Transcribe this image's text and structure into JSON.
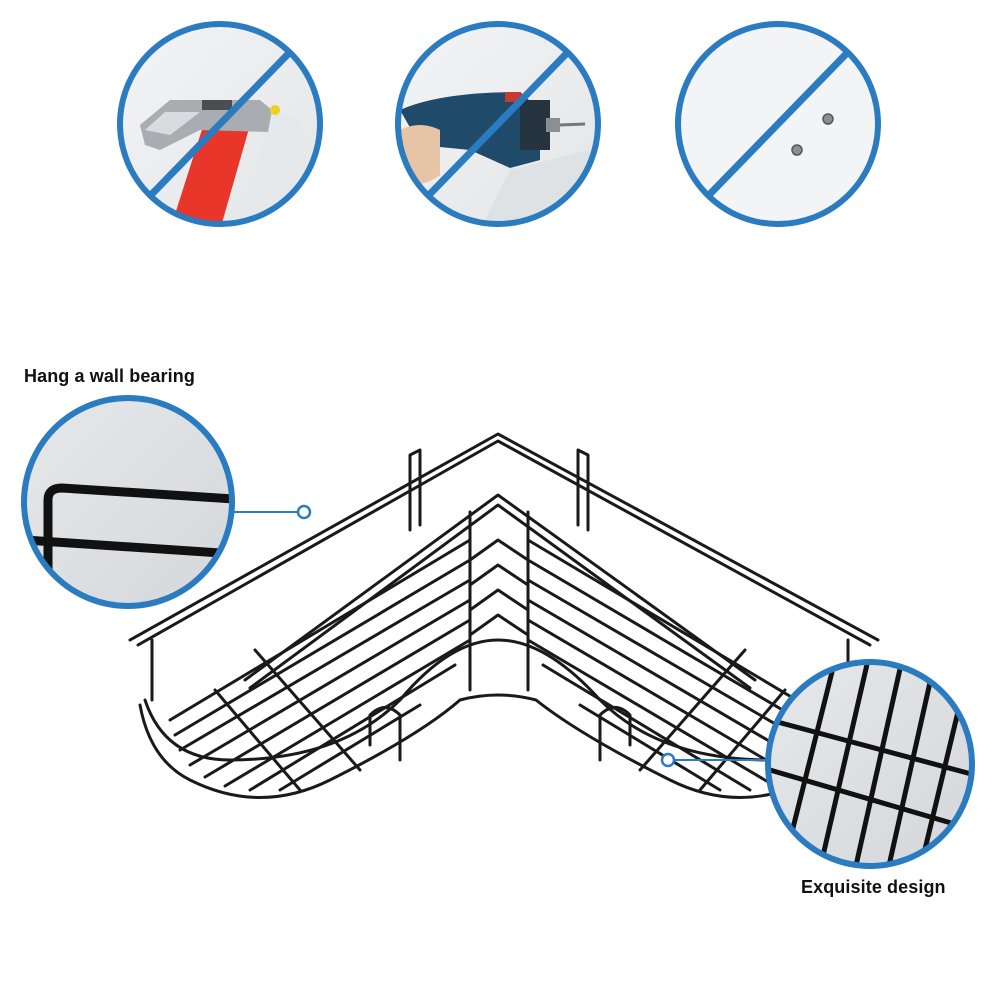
{
  "colors": {
    "accent": "#2a7bbf",
    "wire": "#1a1a1a",
    "background": "#ffffff",
    "wall": "#eceeef",
    "hammer_handle": "#e8372a"
  },
  "prohibited_methods": [
    {
      "name": "hammer-nail",
      "icon": "hammer-icon",
      "crossed_out": true
    },
    {
      "name": "electric-drill",
      "icon": "drill-icon",
      "crossed_out": true
    },
    {
      "name": "screw-holes",
      "icon": "screw-holes-icon",
      "crossed_out": true
    }
  ],
  "callouts": {
    "wall_bearing": {
      "label": "Hang a wall bearing"
    },
    "design": {
      "label": "Exquisite design"
    }
  },
  "product": {
    "name": "corner-wire-shelf-rack",
    "icon": "wire-rack-icon"
  }
}
